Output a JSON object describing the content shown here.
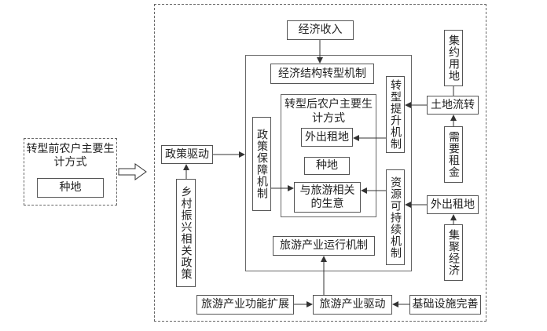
{
  "before": {
    "title": "转型前农户主要生计方式",
    "farming": "种地"
  },
  "drivers": {
    "policy": "政策驱动",
    "rural_policy": "乡村振兴相关政策",
    "tourism_drive": "旅游产业驱动",
    "function_expand": "旅游产业功能扩展",
    "infrastructure": "基础设施完善"
  },
  "top": {
    "income": "经济收入",
    "structure_mech": "经济结构转型机制"
  },
  "inner": {
    "title": "转型后农户主要生计方式",
    "rent_out": "外出租地",
    "farming": "种地",
    "tourism_business": "与旅游相关的生意"
  },
  "mechanisms": {
    "policy_guarantee": "政策保障机制",
    "upgrade": "转型提升机制",
    "sustainable": "资源可持续机制",
    "operation": "旅游产业运行机制"
  },
  "right": {
    "intensive_land": "集约用地",
    "land_transfer": "土地流转",
    "need_funds": "需要租金",
    "rent_out": "外出租地",
    "agglomeration": "集聚经济"
  }
}
